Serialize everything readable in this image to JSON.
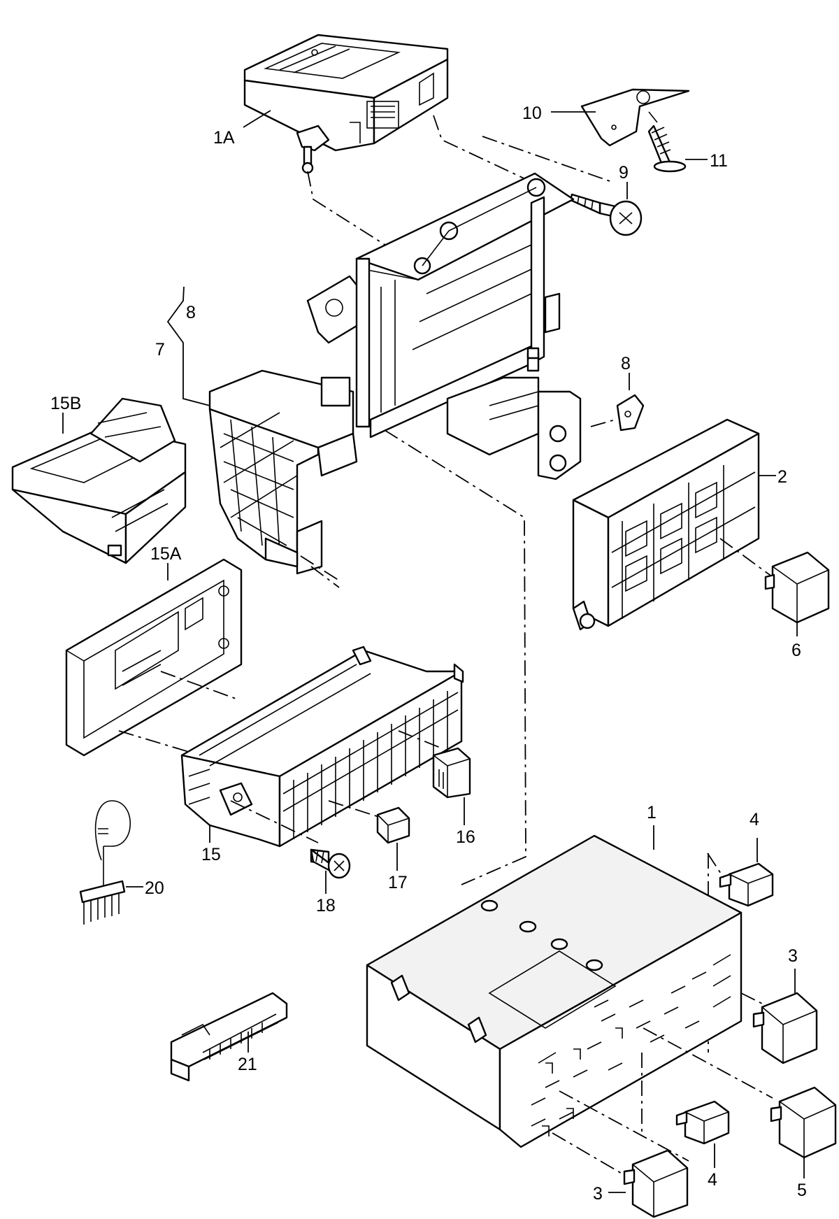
{
  "callouts": {
    "c1A": "1A",
    "c10": "10",
    "c11": "11",
    "c9": "9",
    "c8_top": "8",
    "c7": "7",
    "c8_mid": "8",
    "c15B": "15B",
    "c2": "2",
    "c15A": "15A",
    "c6": "6",
    "c16": "16",
    "c20": "20",
    "c15": "15",
    "c17": "17",
    "c4_top": "4",
    "c1": "1",
    "c18": "18",
    "c3_right": "3",
    "c21": "21",
    "c4_bottom": "4",
    "c5": "5",
    "c3_bottom": "3"
  }
}
